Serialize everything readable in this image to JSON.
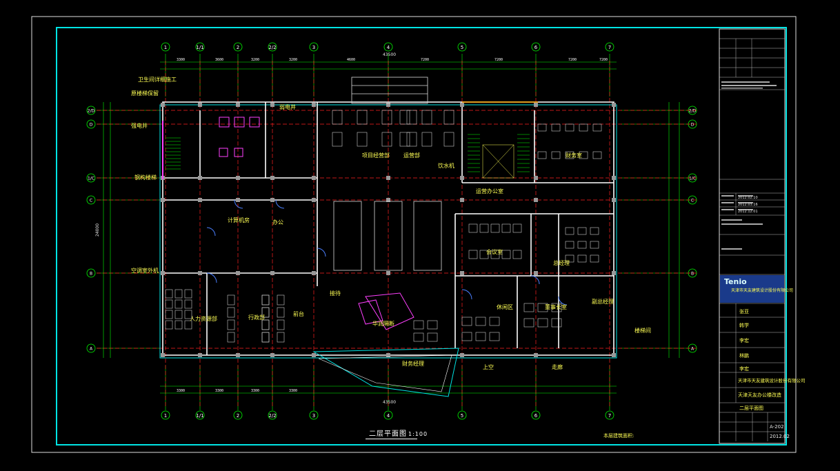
{
  "drawing": {
    "title": "二层平面图",
    "scale": "1:100",
    "note_bottom_right": "本层建筑面积:",
    "plan_number": "A-202"
  },
  "grid_axes": {
    "columns": [
      "1",
      "1/1",
      "2",
      "2/2",
      "3",
      "4",
      "5",
      "6",
      "7"
    ],
    "rows": [
      "A",
      "B",
      "C",
      "1/C",
      "D",
      "2/D"
    ]
  },
  "dimensions": {
    "overall_width": "43500",
    "overall_height": "24000"
  },
  "rooms": [
    "卫生间详细施工",
    "原楼梯保留",
    "弱电井",
    "强电井",
    "钢构楼梯",
    "项目经营部",
    "运营部",
    "饮水机",
    "运营办公室",
    "财务室",
    "会议室",
    "计算机房",
    "办公",
    "空调室外机",
    "人力资源部",
    "行政部",
    "前台",
    "接待",
    "华润隔断",
    "休闲区",
    "董事长室",
    "总经理",
    "副总经理",
    "财务经理",
    "上空",
    "走廊",
    "楼梯间"
  ],
  "title_block": {
    "company": "天津市天友建筑设计股份有限公司",
    "project": "天津天友办公楼改造",
    "sheet": "二层平面图",
    "date": "2012.02",
    "brand": "Tenio",
    "revisions": [
      "2012.02.10",
      "2012.03.16",
      "2012.12.01"
    ],
    "names": [
      "张亚",
      "韩学",
      "李宏",
      "林鹏",
      "李宏"
    ]
  },
  "colors": {
    "frame": "#00e5e5",
    "wall": "#ffffff",
    "grid": "#00ff00",
    "axis_dash": "#ff2020",
    "furniture": "#cccccc",
    "text_yellow": "#ffff55",
    "magenta": "#ff40ff",
    "blue": "#4a7fff",
    "orange": "#ffa500"
  }
}
